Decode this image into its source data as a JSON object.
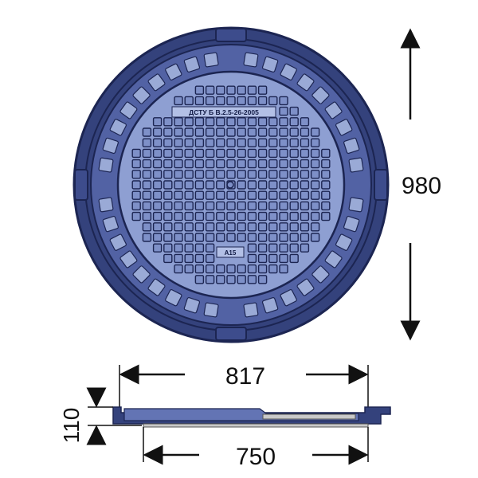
{
  "dimensions": {
    "outer_diameter": "980",
    "frame_width": "817",
    "opening_width": "750",
    "height": "110"
  },
  "cover": {
    "standard_marking": "ДСТУ Б В.2.5-26-2005",
    "load_class": "A15"
  },
  "colors": {
    "cover_dark": "#2f3f7a",
    "cover_mid": "#4a5a9c",
    "cover_light": "#9aaad6",
    "cell": "#7e90c8",
    "gray_plate": "#c9c9c9",
    "arrow": "#111111"
  }
}
